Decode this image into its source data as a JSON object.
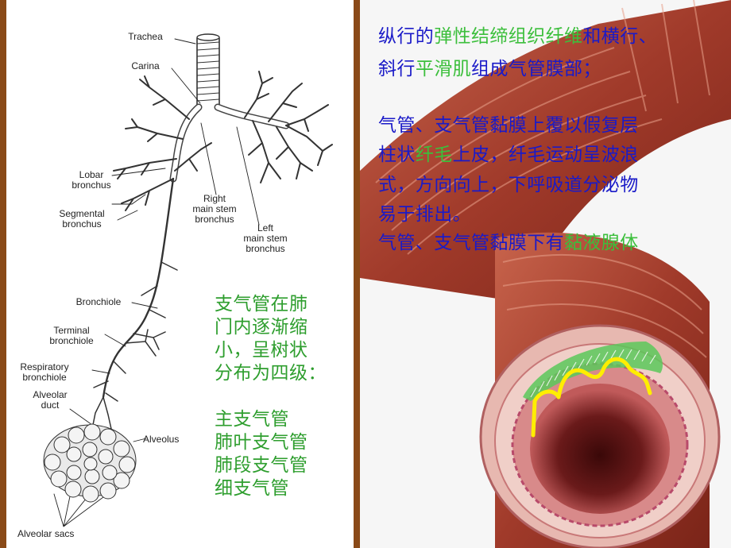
{
  "diagram_labels": {
    "trachea": "Trachea",
    "carina": "Carina",
    "lobar_1": "Lobar",
    "lobar_2": "bronchus",
    "segmental_1": "Segmental",
    "segmental_2": "bronchus",
    "right_main_1": "Right",
    "right_main_2": "main stem",
    "right_main_3": "bronchus",
    "left_main_1": "Left",
    "left_main_2": "main stem",
    "left_main_3": "bronchus",
    "bronchiole": "Bronchiole",
    "terminal_1": "Terminal",
    "terminal_2": "bronchiole",
    "respiratory_1": "Respiratory",
    "respiratory_2": "bronchiole",
    "alveolar_duct_1": "Alveolar",
    "alveolar_duct_2": "duct",
    "alveolus": "Alveolus",
    "alveolar_sacs": "Alveolar sacs"
  },
  "left_note": {
    "line1": "支气管在肺",
    "line2": "门内逐渐缩",
    "line3": "小，呈树状",
    "line4": "分布为四级：",
    "level1": "主支气管",
    "level2": "肺叶支气管",
    "level3": "肺段支气管",
    "level4": "细支气管"
  },
  "right_note": {
    "p1_l1_a": "纵行的",
    "p1_l1_b": "弹性结缔组织纤维",
    "p1_l1_c": "和横行、",
    "p1_l2_a": "斜行",
    "p1_l2_b": "平滑肌",
    "p1_l2_c": "组成气管膜部；",
    "p2_l1": "气管、支气管黏膜上覆以假复层",
    "p2_l2_a": "柱状",
    "p2_l2_b": "纤毛",
    "p2_l2_c": "上皮，纤毛运动呈波浪",
    "p2_l3": "式，方向向上，下呼吸道分泌物",
    "p2_l4": "易于排出。",
    "p3_a": "气管、支气管黏膜下有",
    "p3_b": "黏液腺体"
  },
  "colors": {
    "background": "#8a4a18",
    "green_text": "#2e9e2e",
    "blue_text": "#1a1ac8",
    "highlight_green": "#3cbf3c",
    "wave_yellow": "#ffee00"
  }
}
